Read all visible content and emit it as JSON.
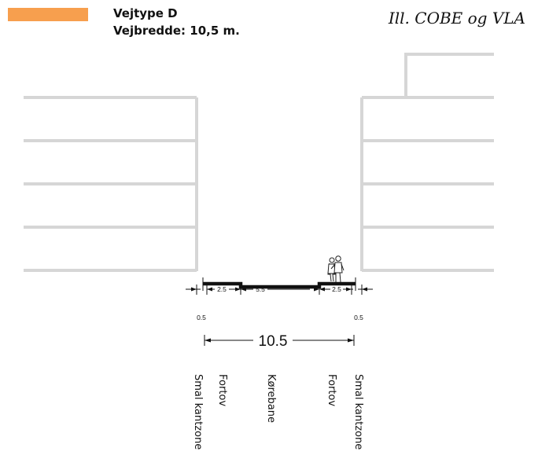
{
  "legend": {
    "swatch_color": "#f79f4e",
    "road_type": "Vejtype D",
    "road_width": "Vejbredde: 10,5 m."
  },
  "credit": "Ill. COBE og VLA",
  "colors": {
    "building": "#d6d6d6",
    "street": "#111111"
  },
  "dimensions": {
    "segments": [
      "2.5",
      "5.5",
      "2.5"
    ],
    "edge_left": "0.5",
    "edge_right": "0.5",
    "total": "10.5"
  },
  "zones": {
    "smal_kantzone_left": "Smal kantzone",
    "fortov_left": "Fortov",
    "korebane": "Kørebane",
    "fortov_right": "Fortov",
    "smal_kantzone_right": "Smal kantzone"
  }
}
